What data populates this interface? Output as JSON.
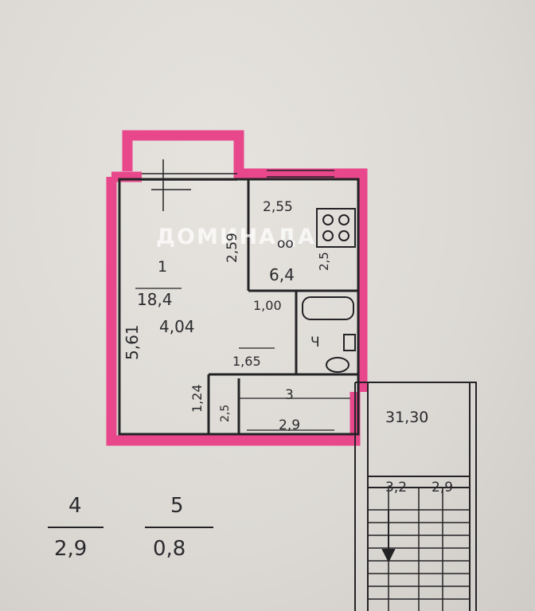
{
  "plan": {
    "watermark": "ДОМИНАДА",
    "room_main": {
      "number": "1",
      "area": "18,4",
      "width": "4,04",
      "length": "5,61"
    },
    "kitchen": {
      "area": "6,4",
      "width": "2,55",
      "length": "2,59",
      "side_dim": "2,5",
      "symbol": "оо"
    },
    "bathroom": {
      "label": "Ч",
      "width": "1,00"
    },
    "hall": {
      "number": "3",
      "area": "2,9",
      "width": "1,65",
      "depth": "1,24",
      "side_dim": "2,5"
    },
    "stair": {
      "area": "31,30",
      "dim_a": "3,2",
      "dim_b": "2,9"
    },
    "legend": [
      {
        "number": "4",
        "value": "2,9"
      },
      {
        "number": "5",
        "value": "0,8"
      }
    ],
    "colors": {
      "outline": "#e8478c",
      "ink": "#2a2a2e",
      "paper": "#dedbd6"
    }
  }
}
